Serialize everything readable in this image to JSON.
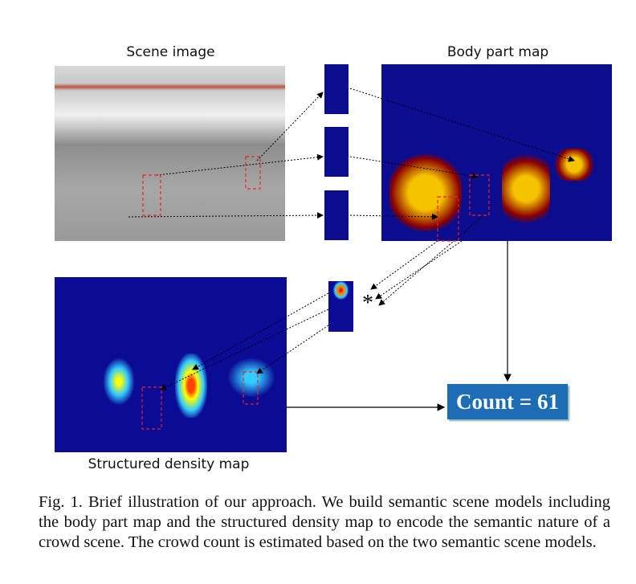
{
  "labels": {
    "scene": "Scene image",
    "body_part": "Body part map",
    "density": "Structured density map"
  },
  "count_box": "Count = 61",
  "asterisk": "*",
  "caption": "Fig. 1.   Brief illustration of our approach. We build semantic scene models including the body part map and the structured density map to encode the semantic nature of a crowd scene. The crowd count is estimated based on the two semantic scene models."
}
